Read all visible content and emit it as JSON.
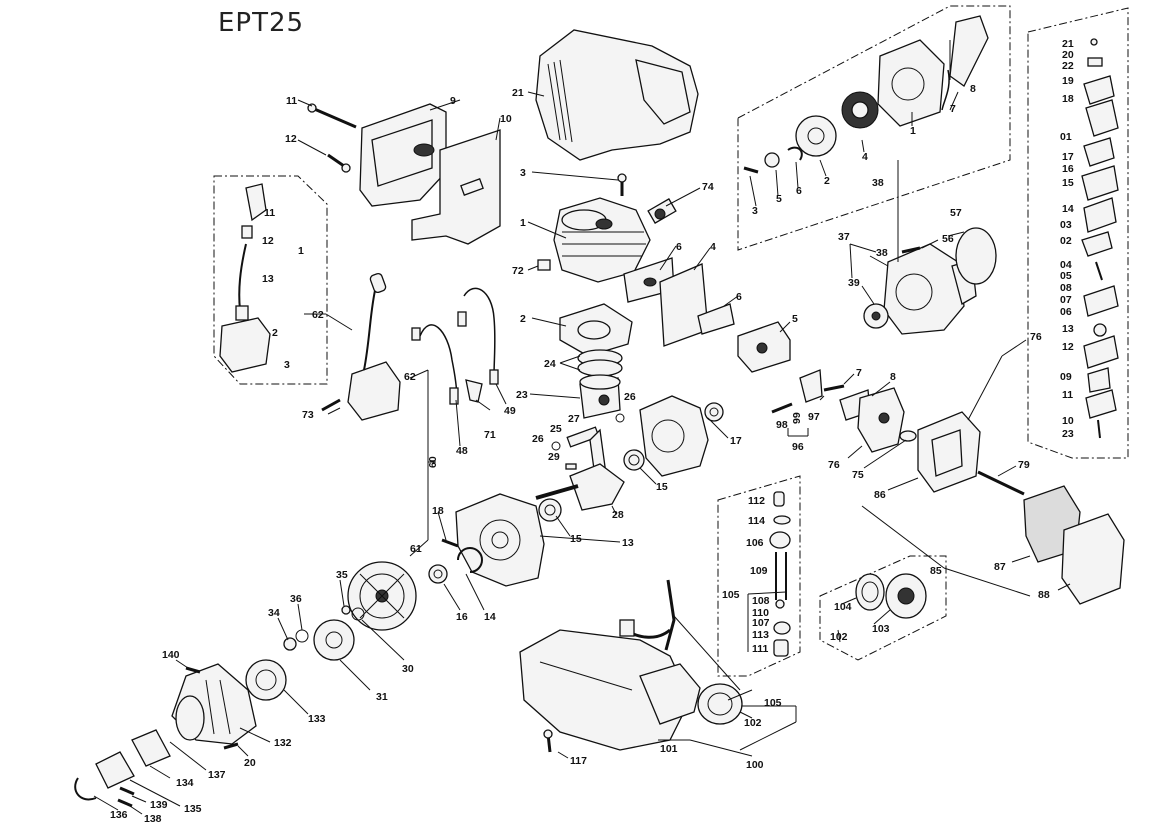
{
  "title": "EPT25",
  "labels": {
    "l11": "11",
    "l9": "9",
    "l12": "12",
    "l10": "10",
    "l21": "21",
    "l3": "3",
    "l74": "74",
    "l1": "1",
    "l6": "6",
    "l4": "4",
    "l72": "72",
    "l2": "2",
    "l24": "24",
    "l23": "23",
    "l27": "27",
    "l26": "26",
    "l25": "25",
    "l26b": "26",
    "l29": "29",
    "l28": "28",
    "l15": "15",
    "l15b": "15",
    "l17": "17",
    "l13": "13",
    "l5": "5",
    "l6b": "6",
    "g11": "11",
    "g12": "12",
    "g13": "13",
    "g1": "1",
    "g2": "2",
    "g3": "3",
    "l62": "62",
    "l62b": "62",
    "l73": "73",
    "l48": "48",
    "l71": "71",
    "l49": "49",
    "l60": "60",
    "l61": "61",
    "l18": "18",
    "l16": "16",
    "l14": "14",
    "l30": "30",
    "l35": "35",
    "l36": "36",
    "l34": "34",
    "l31": "31",
    "l140": "140",
    "l133": "133",
    "l132": "132",
    "l20": "20",
    "l137": "137",
    "l134": "134",
    "l135": "135",
    "l139": "139",
    "l136": "136",
    "l138": "138",
    "r3": "3",
    "r5": "5",
    "r6": "6",
    "r2": "2",
    "r4": "4",
    "r1": "1",
    "r7": "7",
    "r8": "8",
    "r38": "38",
    "l57": "57",
    "l56": "56",
    "l37": "37",
    "l38b": "38",
    "l39": "39",
    "l7": "7",
    "l8": "8",
    "l98": "98",
    "l99": "99",
    "l97": "97",
    "l96": "96",
    "l76": "76",
    "l75": "75",
    "l79": "79",
    "l86": "86",
    "l85": "85",
    "l87": "87",
    "l88": "88",
    "l76b": "76",
    "c21": "21",
    "c20": "20",
    "c22": "22",
    "c19": "19",
    "c18": "18",
    "c01": "01",
    "c17": "17",
    "c16": "16",
    "c15": "15",
    "c14": "14",
    "c03": "03",
    "c02": "02",
    "c04": "04",
    "c05": "05",
    "c08": "08",
    "c07": "07",
    "c06": "06",
    "c13": "13",
    "c12": "12",
    "c09": "09",
    "c11": "11",
    "c10": "10",
    "c23": "23",
    "t112": "112",
    "t114": "114",
    "t106": "106",
    "t109": "109",
    "t105": "105",
    "t108": "108",
    "t110": "110",
    "t107": "107",
    "t113": "113",
    "t111": "111",
    "l104": "104",
    "l103": "103",
    "l102": "102",
    "l105b": "105",
    "l102b": "102",
    "l101": "101",
    "l100": "100",
    "l117": "117"
  }
}
